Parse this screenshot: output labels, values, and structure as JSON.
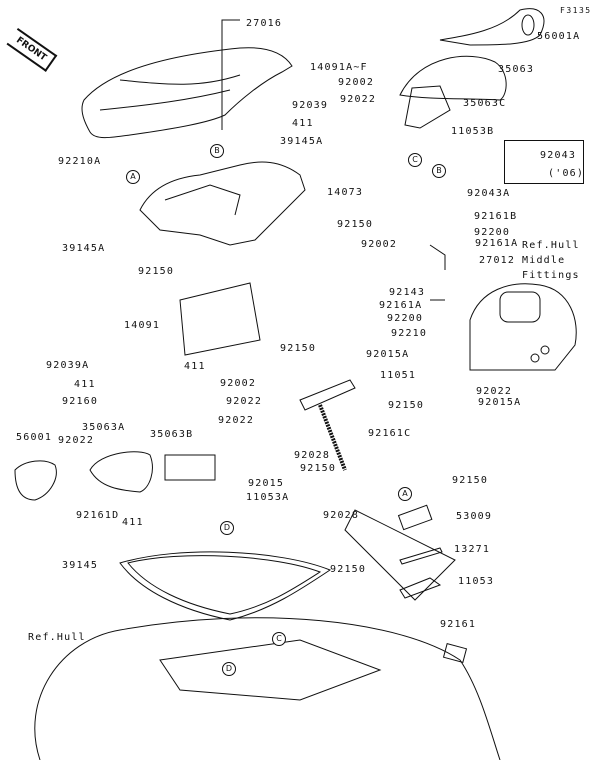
{
  "figure_id": "F3135",
  "direction_marker": "FRONT",
  "callouts": [
    "A",
    "B",
    "C",
    "D"
  ],
  "inset": {
    "part": "92043",
    "note": "('06)"
  },
  "references": {
    "hull_middle_fittings": [
      "Ref.Hull",
      "Middle",
      "Fittings"
    ],
    "hull": "Ref.Hull"
  },
  "labels": {
    "p27016": "27016",
    "p14091AF": "14091A~F",
    "p92039": "92039",
    "p411a": "411",
    "p39145A_top": "39145A",
    "p92210A": "92210A",
    "p14073": "14073",
    "p92150a": "92150",
    "p39145A": "39145A",
    "p92150b": "92150",
    "p14091": "14091",
    "p411b": "411",
    "p92039A": "92039A",
    "p411c": "411",
    "p92160": "92160",
    "p56001": "56001",
    "p92022a": "92022",
    "p35063A": "35063A",
    "p35063B": "35063B",
    "p92002a": "92002",
    "p92022b": "92022",
    "p92022c": "92022",
    "p92015": "92015",
    "p11053A": "11053A",
    "p92161D": "92161D",
    "p411d": "411",
    "p56001A": "56001A",
    "p35063": "35063",
    "p92002b": "92002",
    "p92022d": "92022",
    "p35063C": "35063C",
    "p11053B": "11053B",
    "p92043A": "92043A",
    "p92161B": "92161B",
    "p92200a": "92200",
    "p92002c": "92002",
    "p92161Aa": "92161A",
    "p27012": "27012",
    "p92143": "92143",
    "p92161Ab": "92161A",
    "p92200b": "92200",
    "p92210": "92210",
    "p92022e": "92022",
    "p92015Ab": "92015A",
    "p92150c": "92150",
    "p92015Aa": "92015A",
    "p11051": "11051",
    "p92150d": "92150",
    "p92161C": "92161C",
    "p92028a": "92028",
    "p92150e": "92150",
    "p92028b": "92028",
    "p92150f": "92150",
    "p53009": "53009",
    "p92150g": "92150",
    "p13271": "13271",
    "p11053": "11053",
    "p39145": "39145",
    "p92161": "92161"
  }
}
